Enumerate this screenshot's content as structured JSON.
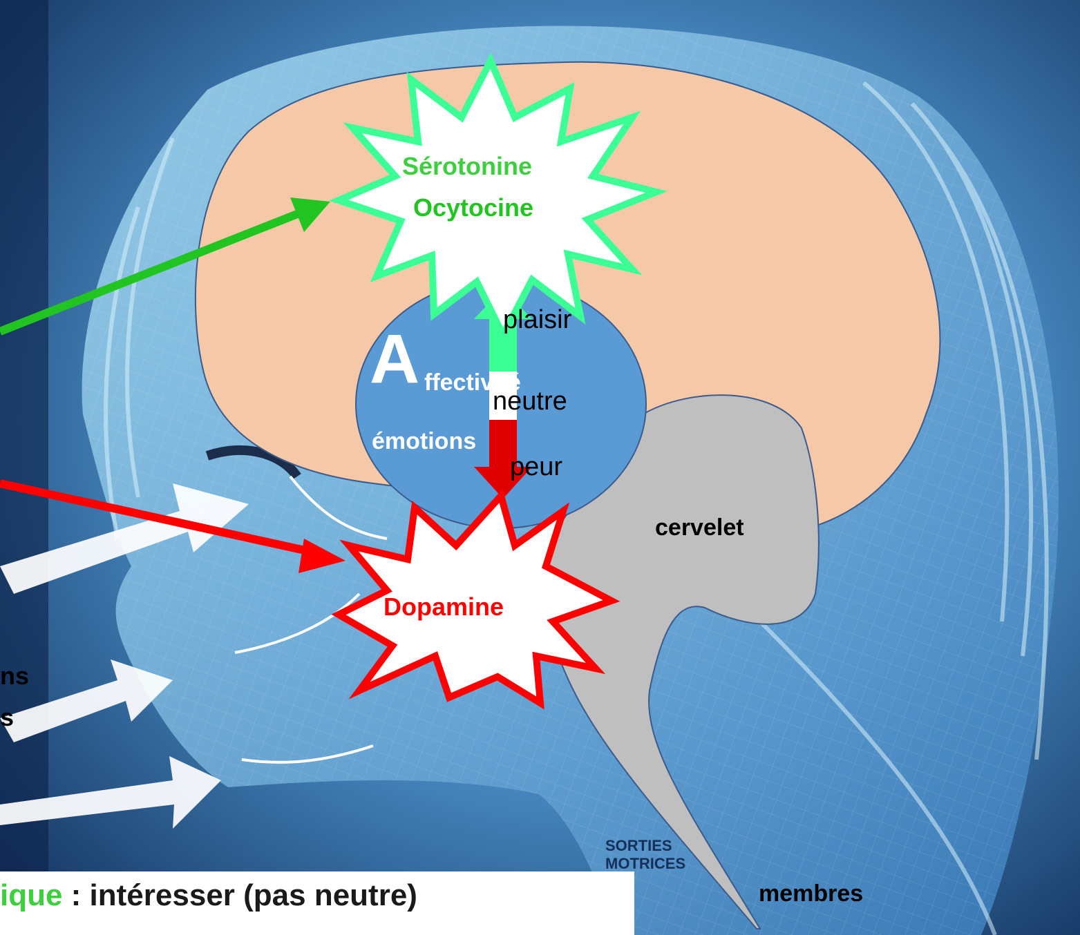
{
  "colors": {
    "background_dark": "#0e2a52",
    "brain": "#f5c8a8",
    "limbic": "#5b9bd5",
    "cerebellum": "#bfbfbf",
    "serotonin": "#3ecf3e",
    "dopamine": "#ff0000",
    "plaisir_arrow": "#3cff96",
    "peur_arrow": "#e00000"
  },
  "labels": {
    "serotonine": "Sérotonine",
    "ocytocine": "Ocytocine",
    "dopamine": "Dopamine",
    "affectivite_initial": "A",
    "affectivite_rest": "ffectivité",
    "emotions": "émotions",
    "plaisir": "plaisir",
    "neutre": "neutre",
    "peur": "peur",
    "cervelet": "cervelet",
    "membres": "membres",
    "sorties_motrices_line1": "SORTIES",
    "sorties_motrices_line2": "MOTRICES",
    "cropped_left_1": "ns",
    "cropped_left_2": "s"
  },
  "caption": {
    "accent": "ique",
    "rest": " : intéresser (pas neutre)"
  },
  "icons": [
    "star-burst-icon",
    "arrow-icon"
  ]
}
